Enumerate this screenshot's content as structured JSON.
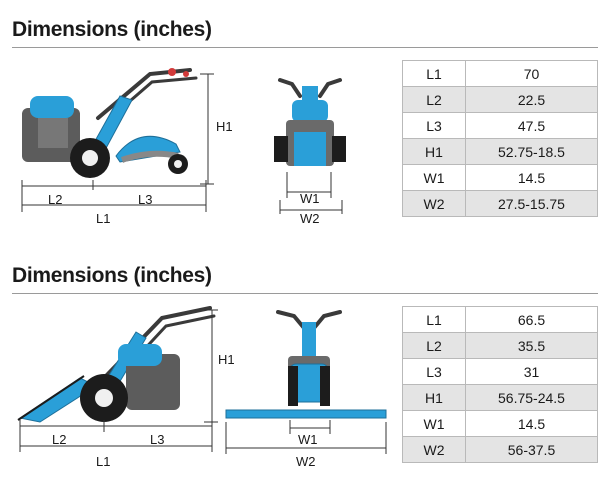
{
  "sections": [
    {
      "heading": "Dimensions (inches)",
      "labels": {
        "h1": "H1",
        "l1": "L1",
        "l2": "L2",
        "l3": "L3",
        "w1": "W1",
        "w2": "W2"
      },
      "rows": [
        {
          "key": "L1",
          "value": "70"
        },
        {
          "key": "L2",
          "value": "22.5"
        },
        {
          "key": "L3",
          "value": "47.5"
        },
        {
          "key": "H1",
          "value": "52.75-18.5"
        },
        {
          "key": "W1",
          "value": "14.5"
        },
        {
          "key": "W2",
          "value": "27.5-15.75"
        }
      ]
    },
    {
      "heading": "Dimensions (inches)",
      "labels": {
        "h1": "H1",
        "l1": "L1",
        "l2": "L2",
        "l3": "L3",
        "w1": "W1",
        "w2": "W2"
      },
      "rows": [
        {
          "key": "L1",
          "value": "66.5"
        },
        {
          "key": "L2",
          "value": "35.5"
        },
        {
          "key": "L3",
          "value": "31"
        },
        {
          "key": "H1",
          "value": "56.75-24.5"
        },
        {
          "key": "W1",
          "value": "14.5"
        },
        {
          "key": "W2",
          "value": "56-37.5"
        }
      ]
    }
  ],
  "colors": {
    "machine_blue": "#2a9fd8",
    "engine_gray": "#5c5c5c",
    "tire": "#1c1c1c",
    "dimension_line": "#333333"
  }
}
